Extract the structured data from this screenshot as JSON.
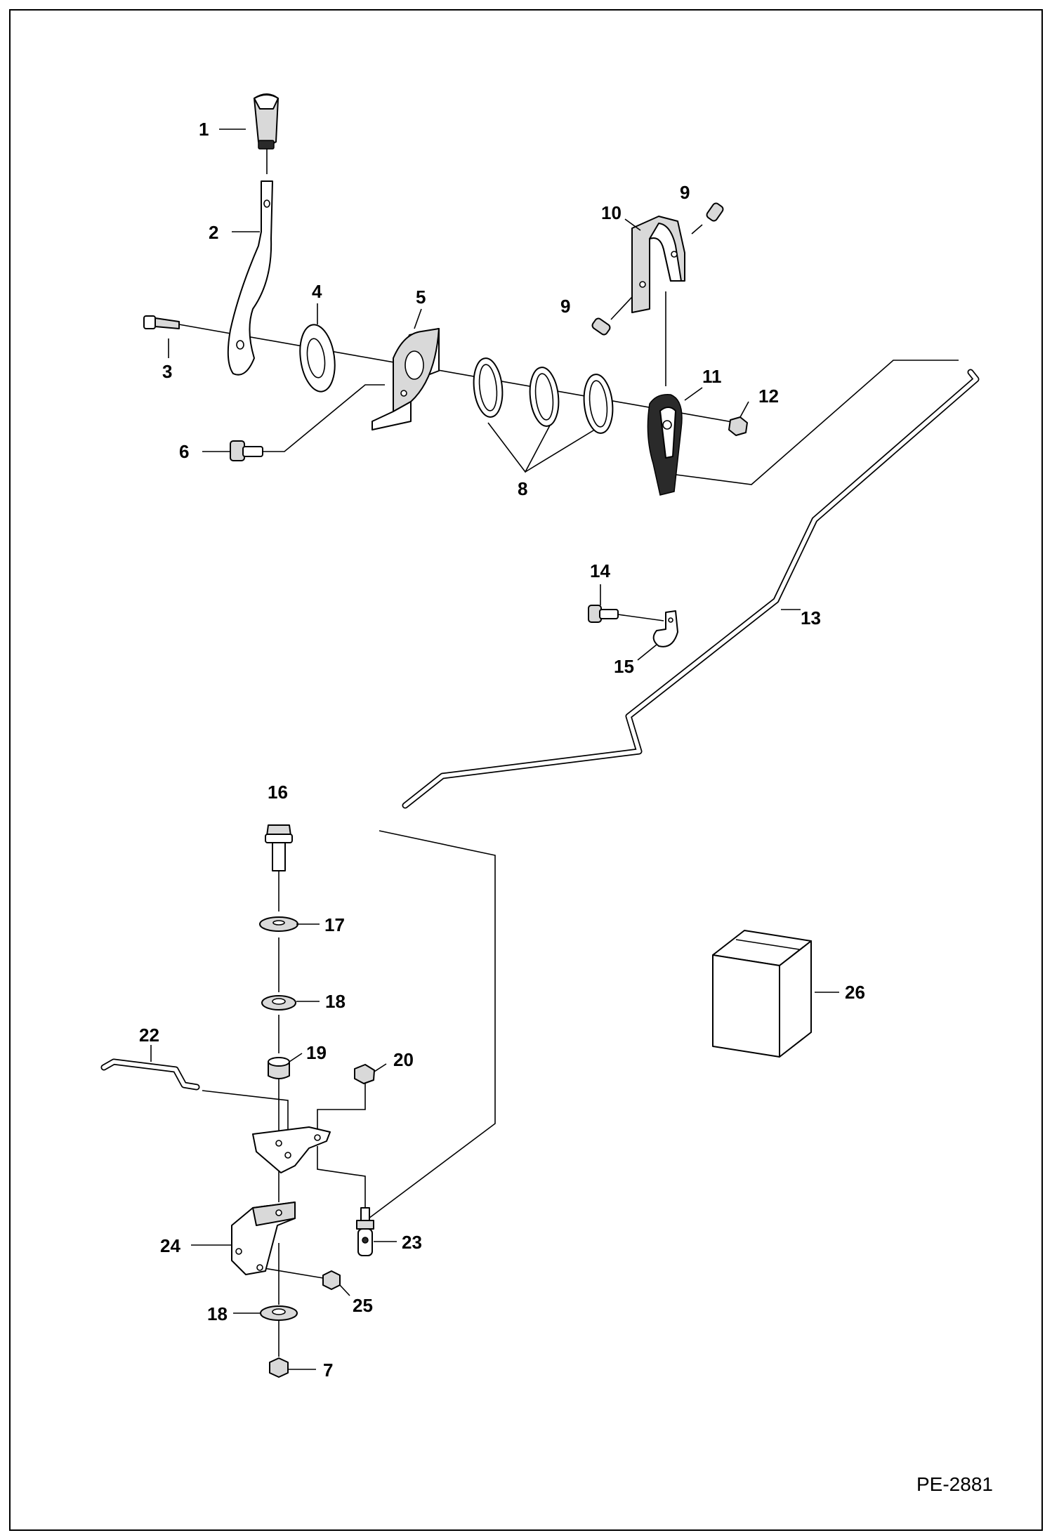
{
  "diagram": {
    "drawing_number": "PE-2881",
    "callouts": {
      "c1": "1",
      "c2": "2",
      "c3": "3",
      "c4": "4",
      "c5": "5",
      "c6": "6",
      "c7": "7",
      "c8": "8",
      "c9a": "9",
      "c9b": "9",
      "c10": "10",
      "c11": "11",
      "c12": "12",
      "c13": "13",
      "c14": "14",
      "c15": "15",
      "c16": "16",
      "c17": "17",
      "c18a": "18",
      "c18b": "18",
      "c19": "19",
      "c20": "20",
      "c22": "22",
      "c23": "23",
      "c24": "24",
      "c25": "25",
      "c26": "26"
    }
  }
}
